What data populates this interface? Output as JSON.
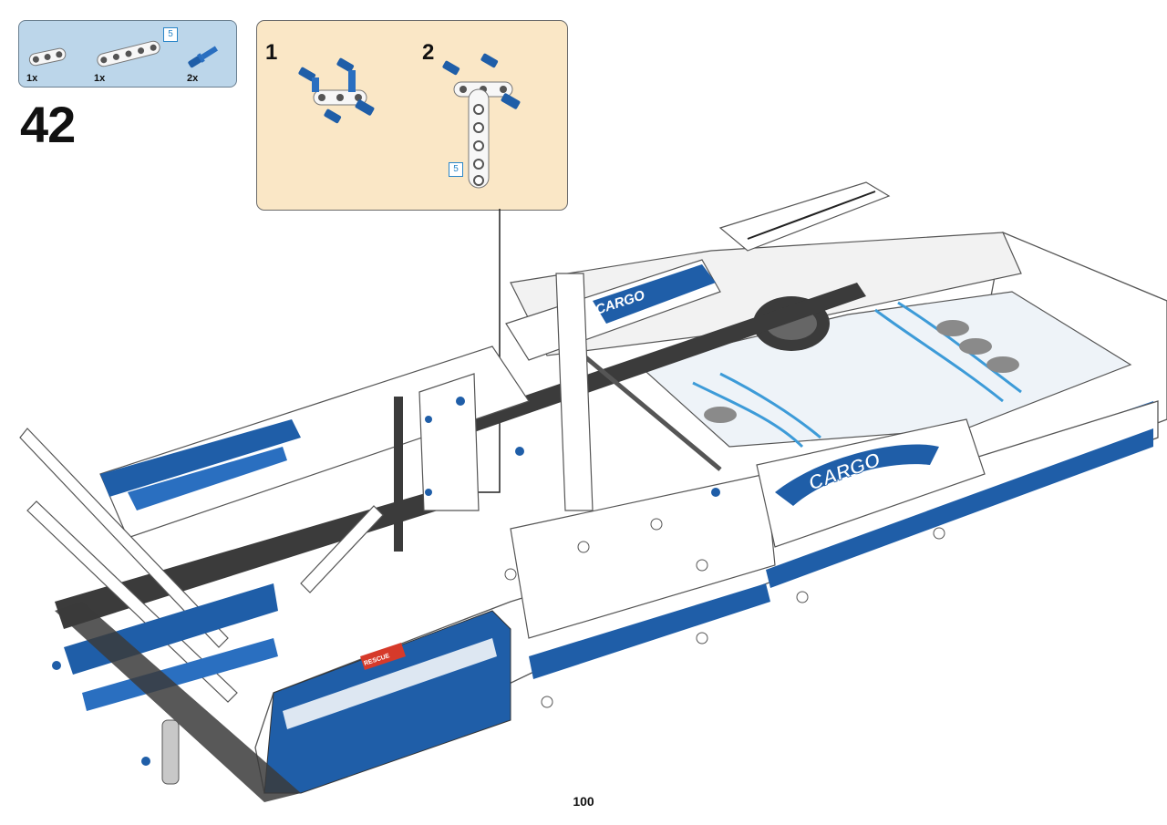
{
  "parts_list": {
    "items": [
      {
        "name": "beam-3",
        "quantity": "1x",
        "color": "#f7f7f7"
      },
      {
        "name": "beam-5",
        "quantity": "1x",
        "length_badge": "5",
        "color": "#f7f7f7"
      },
      {
        "name": "axle-pin",
        "quantity": "2x",
        "color": "#1f5ea8"
      }
    ]
  },
  "step": {
    "number": "42"
  },
  "sub_assembly": {
    "steps": [
      {
        "label": "1"
      },
      {
        "label": "2",
        "length_badge": "5"
      }
    ]
  },
  "model_captions": {
    "cargo_side": "CARGO",
    "cargo_top": "CARGO",
    "rescue_decal": "RESCUE"
  },
  "page": {
    "number": "100"
  },
  "colors": {
    "parts_bg": "#bcd6ea",
    "sub_bg": "#fae7c6",
    "brand_blue": "#1f5ea8",
    "light_blue": "#2a86c8",
    "dark_grey": "#3b3b3b"
  }
}
